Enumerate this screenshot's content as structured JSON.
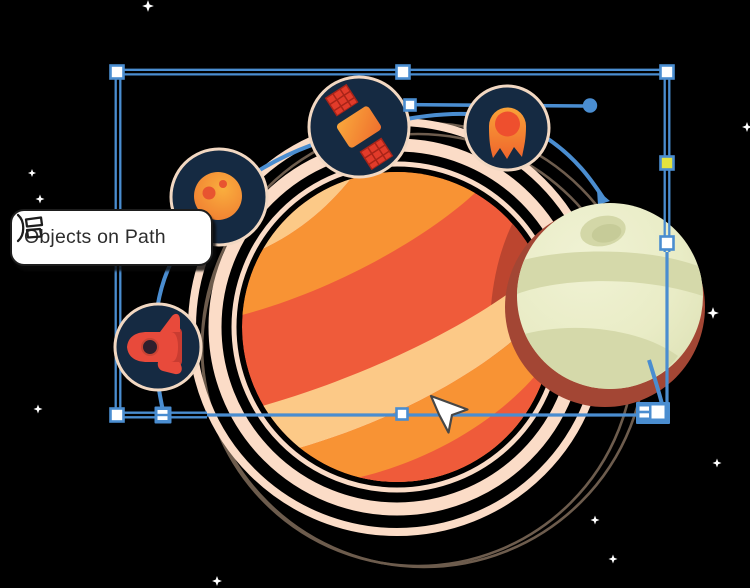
{
  "tooltip": {
    "label": "Objects on Path",
    "icon": "objects-on-path-icon"
  },
  "cursor": {
    "type": "selection-arrow-cursor"
  },
  "scene": {
    "badges": [
      {
        "name": "rocket-badge",
        "icon": "rocket-icon"
      },
      {
        "name": "planet-badge",
        "icon": "planet-icon"
      },
      {
        "name": "satellite-badge",
        "icon": "satellite-icon"
      },
      {
        "name": "comet-badge",
        "icon": "comet-icon"
      }
    ],
    "star_count": 10
  },
  "colors": {
    "background": "#000000",
    "selection_blue": "#4a8dd0",
    "handle_fill": "#ffffff",
    "scale_handle_yellow": "#e4e43e",
    "badge_bg": "#152a42",
    "badge_ring": "#f2d8c2",
    "orbit_guide_brown": "#6d5c4d",
    "halo_ring": "#fbdcc7",
    "planet_base": "#ef5b3a",
    "planet_stripe_mid": "#f89334",
    "planet_stripe_light": "#fcc987",
    "planet_shadow_edge": "#bc452f",
    "moon_base": "#e9ecc6",
    "moon_shade": "#d5d9aa",
    "moon_shadow": "#a34634",
    "star_white": "#ffffff",
    "tooltip_bg": "#ffffff",
    "tooltip_border": "#1d1d1d",
    "tooltip_text": "#2d2d2d",
    "cursor_fill": "#ffffff",
    "cursor_outline": "#474747",
    "rocket_red": "#e84a3b",
    "panel_red": "#e23b2a",
    "comet_core": "#ee4f2e"
  }
}
